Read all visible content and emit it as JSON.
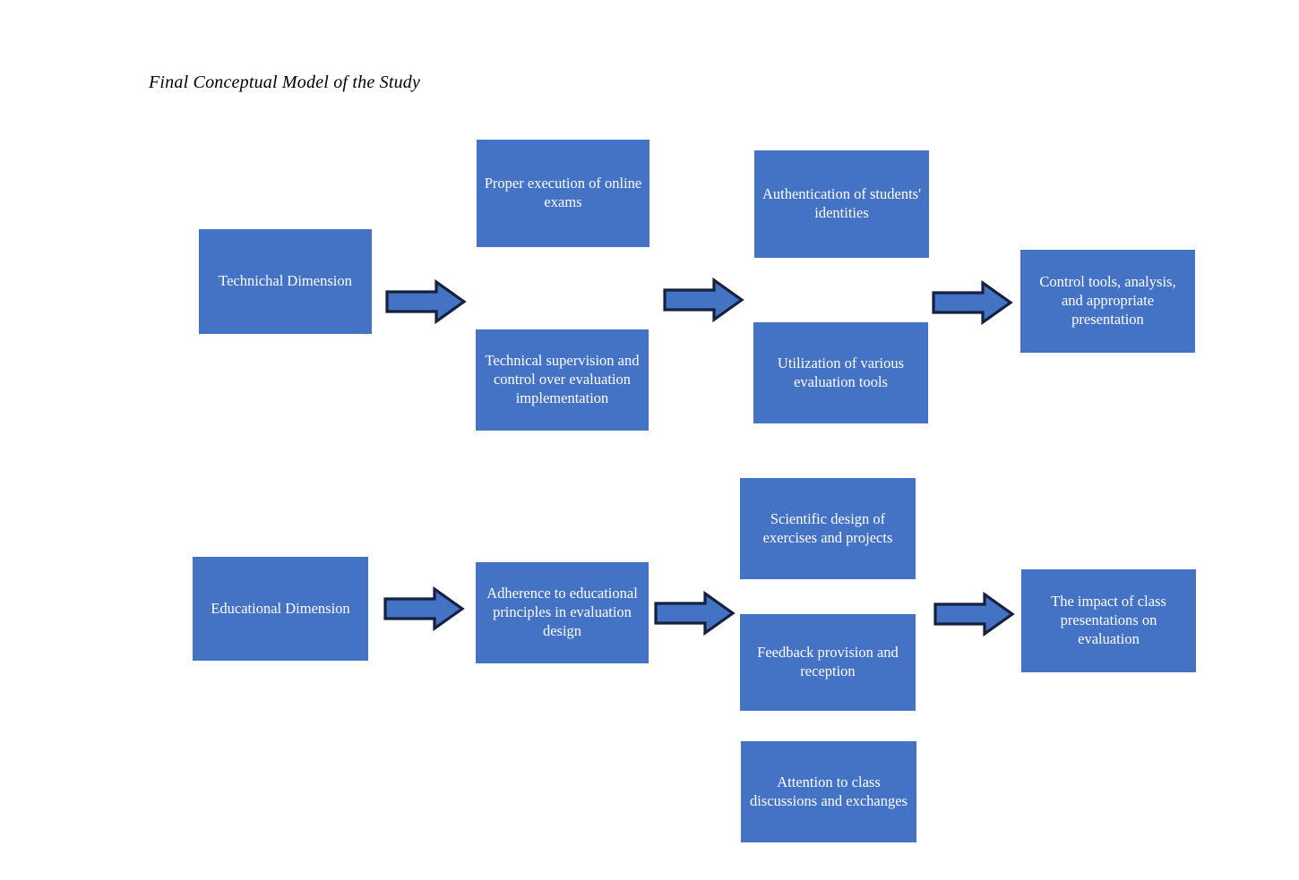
{
  "title": "Final Conceptual Model of the Study",
  "colors": {
    "node_fill": "#4472C4",
    "node_text": "#FFFFFF",
    "arrow_fill": "#4472C4",
    "arrow_stroke": "#16213E",
    "background": "#FFFFFF",
    "title_text": "#000000"
  },
  "nodes": {
    "technical_dimension": "Technichal Dimension",
    "proper_execution": "Proper execution of online exams",
    "technical_supervision": "Technical supervision and control over evaluation implementation",
    "authentication": "Authentication of students' identities",
    "utilization_tools": "Utilization of various evaluation tools",
    "control_tools": "Control tools, analysis, and appropriate presentation",
    "educational_dimension": "Educational Dimension",
    "adherence_principles": "Adherence to educational principles in evaluation design",
    "scientific_design": "Scientific design of exercises and projects",
    "feedback_provision": "Feedback provision and reception",
    "attention_discussions": "Attention to class discussions and exchanges",
    "class_presentations_impact": "The impact of class presentations on evaluation"
  },
  "arrows": [
    {
      "name": "arrow-technical-to-stage1",
      "direction": "right"
    },
    {
      "name": "arrow-stage1-to-stage2",
      "direction": "right"
    },
    {
      "name": "arrow-stage2-to-outcome",
      "direction": "right"
    },
    {
      "name": "arrow-educational-to-stage1",
      "direction": "right"
    },
    {
      "name": "arrow-edu-stage1-to-stage2",
      "direction": "right"
    },
    {
      "name": "arrow-edu-stage2-to-outcome",
      "direction": "right"
    }
  ]
}
